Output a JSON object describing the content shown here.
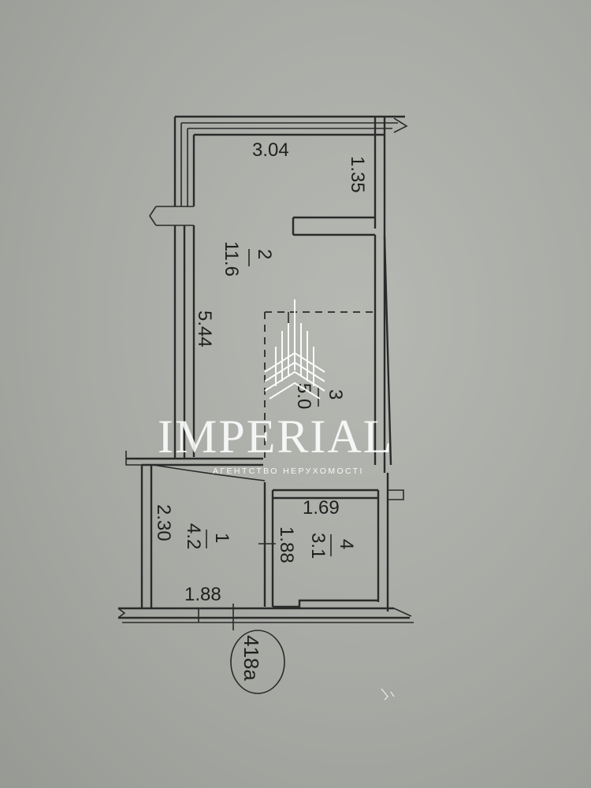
{
  "plan": {
    "dims": {
      "top_width": "3.04",
      "right_top": "1.35",
      "left_height": "5.44",
      "room1_height": "2.30",
      "room1_width": "1.88",
      "room4_width": "1.69",
      "room4_height": "1.88"
    },
    "rooms": {
      "room2_number": "2",
      "room2_area": "11.6",
      "room3_number": "3",
      "room3_area": "5.0",
      "room1_number": "1",
      "room1_area": "4.2",
      "room4_number": "4",
      "room4_area": "3.1"
    },
    "unit_number": "418a"
  },
  "watermark": {
    "name": "IMPERIAL",
    "subtitle": "АГЕНТСТВО НЕРУХОМОСТІ",
    "icon": "building-logo-icon"
  }
}
